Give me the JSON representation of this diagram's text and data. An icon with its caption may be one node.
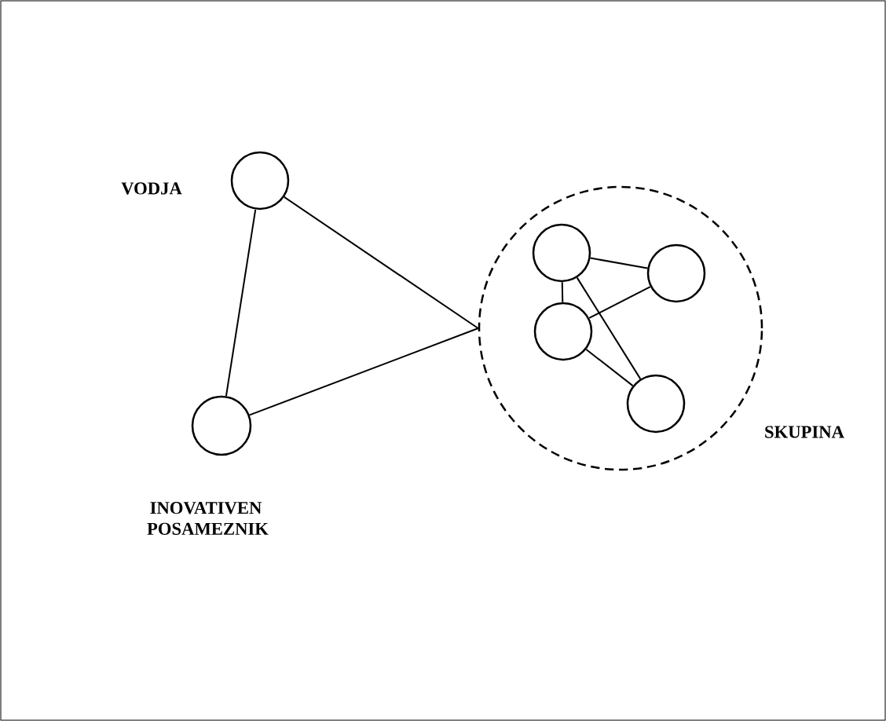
{
  "diagram": {
    "nodes": [
      {
        "text": [],
        "shape": "circle",
        "beside": [
          "VODJA"
        ]
      },
      {
        "text": [],
        "shape": "circle",
        "beside": [
          "INOVATIVEN POSAMEZNIK"
        ]
      },
      {
        "text": [],
        "shape": "circle",
        "beside": [
          "SKUPINA"
        ]
      },
      {
        "text": [],
        "shape": "circle",
        "in": 2
      },
      {
        "text": [],
        "shape": "circle",
        "in": 2
      },
      {
        "text": [],
        "shape": "circle",
        "in": 2
      },
      {
        "text": [],
        "shape": "circle",
        "in": 2
      }
    ],
    "edges": [
      {
        "from": 0,
        "to": 1,
        "arrow": "none"
      },
      {
        "from": 0,
        "to": 2,
        "arrow": "none"
      },
      {
        "from": 1,
        "to": 2,
        "arrow": "none"
      },
      {
        "from": 3,
        "to": 4,
        "arrow": "none"
      },
      {
        "from": 3,
        "to": 5,
        "arrow": "none"
      },
      {
        "from": 3,
        "to": 6,
        "arrow": "none"
      },
      {
        "from": 5,
        "to": 4,
        "arrow": "none"
      },
      {
        "from": 5,
        "to": 6,
        "arrow": "none"
      }
    ]
  }
}
